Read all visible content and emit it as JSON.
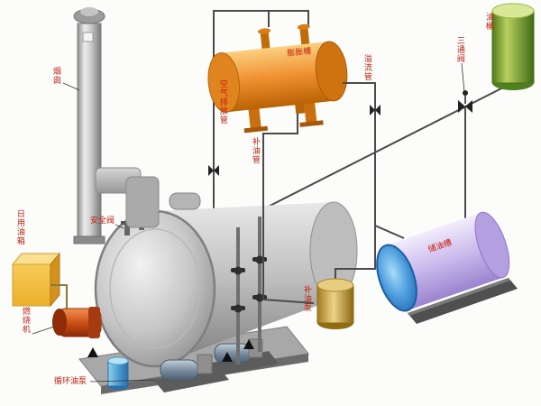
{
  "labels": {
    "chimney": "烟囱",
    "safety_valve": "安全阀",
    "day_oil_tank": "日用油箱",
    "burner": "燃烧机",
    "circulation_pump": "循环油泵",
    "expansion_tank": "膨胀槽",
    "air_vent_pipe": "空气排放管",
    "oil_makeup_pipe": "补油管",
    "overflow_pipe": "溢流管",
    "three_way_valve": "三通阀",
    "oil_drum": "油桶",
    "oil_storage_tank": "储油槽",
    "oil_makeup_pump": "补油泵"
  },
  "colors": {
    "label_red": "#c81e0a",
    "expansion_tank_orange": "#f09030",
    "storage_tank_purple": "#c9b9ec",
    "storage_tank_end_blue": "#4e9ede",
    "oil_drum_green": "#b9d05e",
    "day_tank_yellow": "#f7cb59",
    "makeup_tank_tan": "#edd287",
    "burner_red": "#c94a14",
    "boiler_gray": "#c0c0c0",
    "pipe_gray": "#4a4a4a"
  }
}
